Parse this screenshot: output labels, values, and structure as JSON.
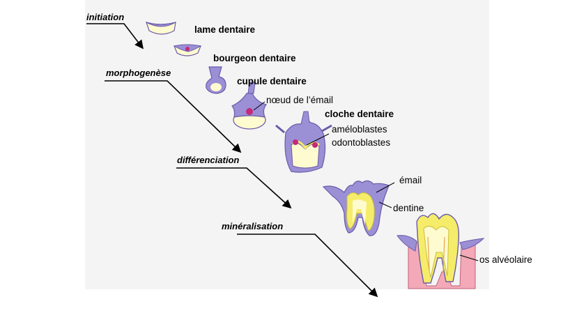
{
  "phases": {
    "initiation": "initiation",
    "morphogenese": "morphogenèse",
    "differenciation": "différenciation",
    "mineralisation": "minéralisation"
  },
  "stages": {
    "lame": "lame dentaire",
    "bourgeon": "bourgeon dentaire",
    "cupule": "cupule dentaire",
    "cloche": "cloche dentaire"
  },
  "labels": {
    "noeud": "nœud de l’émail",
    "ameloblastes": "améloblastes",
    "odontoblastes": "odontoblastes",
    "email": "émail",
    "dentine": "dentine",
    "os": "os alvéolaire"
  },
  "colors": {
    "purple": "#9b8fd6",
    "purple_dark": "#6b5aa8",
    "cream": "#fffbd0",
    "yellow": "#f5ec6a",
    "magenta": "#c4297a",
    "bone": "#f3a9b7"
  }
}
